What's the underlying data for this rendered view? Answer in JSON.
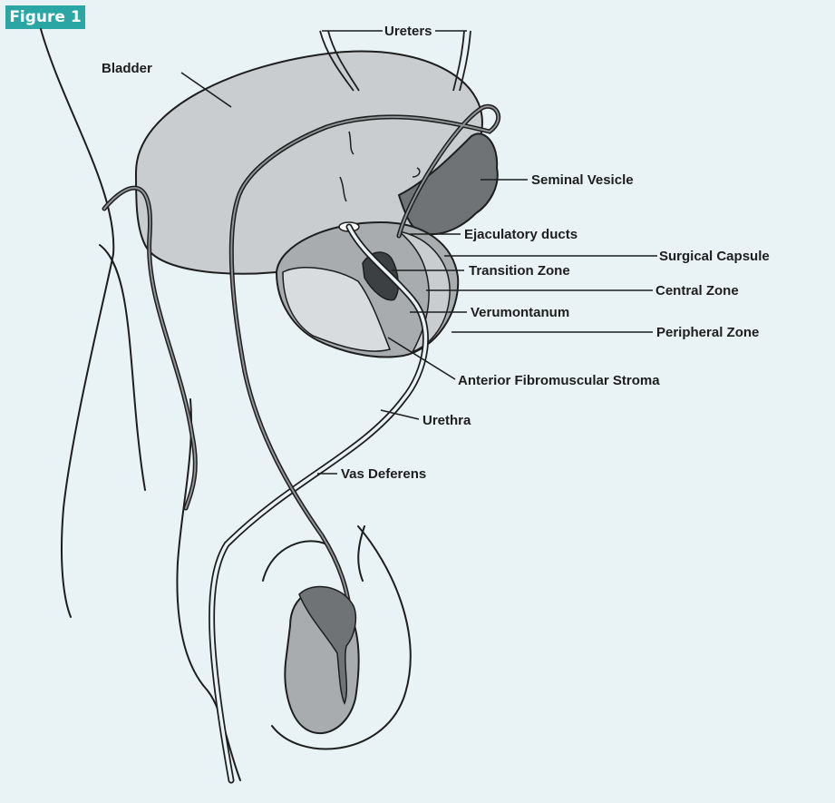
{
  "figure_tag": "Figure 1",
  "colors": {
    "background": "#e9f2f4",
    "tag": "#2aa6a4",
    "light_tissue": "#c9cdcf",
    "mid_tissue": "#a8acae",
    "dark_tissue": "#6f7375",
    "darkest": "#3d4042",
    "outline": "#1e1e1e"
  },
  "labels": {
    "ureters": "Ureters",
    "bladder": "Bladder",
    "seminal_vesicle": "Seminal Vesicle",
    "ejaculatory_ducts": "Ejaculatory ducts",
    "surgical_capsule": "Surgical Capsule",
    "transition_zone": "Transition Zone",
    "central_zone": "Central Zone",
    "verumontanum": "Verumontanum",
    "peripheral_zone": "Peripheral Zone",
    "anterior_fibromuscular_stroma": "Anterior Fibromuscular Stroma",
    "urethra": "Urethra",
    "vas_deferens": "Vas Deferens"
  }
}
